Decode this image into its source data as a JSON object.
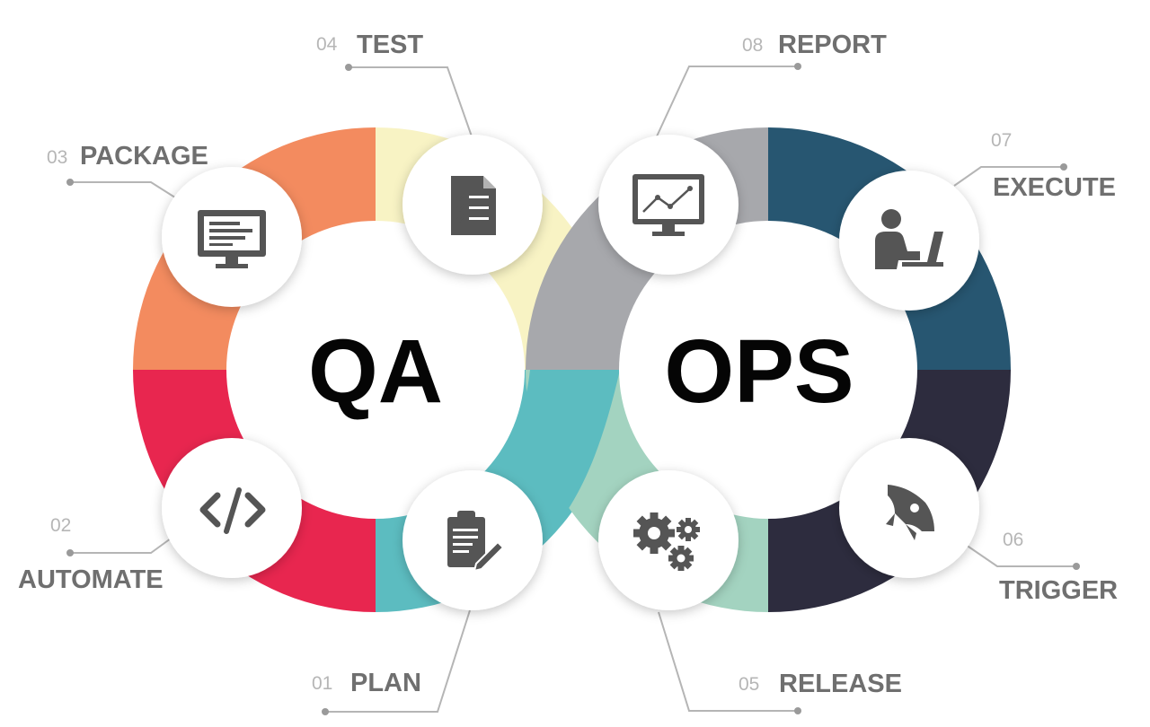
{
  "hubs": {
    "left": "QA",
    "right": "OPS"
  },
  "steps": [
    {
      "num": "01",
      "name": "PLAN",
      "icon": "clipboard-pen-icon"
    },
    {
      "num": "02",
      "name": "AUTOMATE",
      "icon": "code-brackets-icon"
    },
    {
      "num": "03",
      "name": "PACKAGE",
      "icon": "monitor-icon"
    },
    {
      "num": "04",
      "name": "TEST",
      "icon": "checklist-document-icon"
    },
    {
      "num": "05",
      "name": "RELEASE",
      "icon": "gears-icon"
    },
    {
      "num": "06",
      "name": "TRIGGER",
      "icon": "rocket-icon"
    },
    {
      "num": "07",
      "name": "EXECUTE",
      "icon": "person-laptop-icon"
    },
    {
      "num": "08",
      "name": "REPORT",
      "icon": "monitor-chart-icon"
    }
  ],
  "colors": {
    "automate": "#e8264f",
    "package": "#f38b5f",
    "test": "#f8f3c4",
    "plan": "#5cbcc0",
    "release": "#a3d3c0",
    "report": "#a7a8ac",
    "execute": "#275671",
    "trigger": "#2d2c3e",
    "label": "#6f6f6f",
    "number": "#b6b6b6"
  }
}
